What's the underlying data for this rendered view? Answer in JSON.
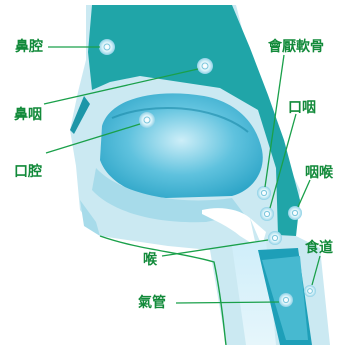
{
  "labels": {
    "nasal_cavity": "鼻腔",
    "nasopharynx": "鼻咽",
    "oral_cavity": "口腔",
    "epiglottis": "會厭軟骨",
    "oropharynx": "口咽",
    "hypopharynx": "咽喉",
    "larynx": "喉",
    "esophagus": "食道",
    "trachea": "氣管"
  },
  "colors": {
    "label_text": "#128a3a",
    "leader_line": "#1aa04a",
    "tissue_dark": "#1fa3a6",
    "tissue_light": "#bfe3ef",
    "cavity": "#4cb8d6"
  }
}
